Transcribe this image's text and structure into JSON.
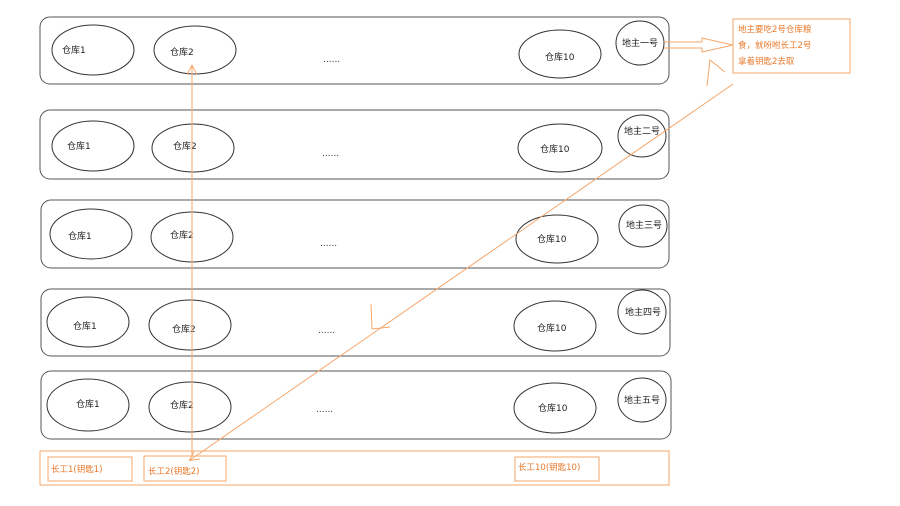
{
  "landlord_rows": [
    {
      "warehouses": [
        "仓库1",
        "仓库2",
        "仓库10"
      ],
      "ellipsis": "......",
      "landlord": "地主一号"
    },
    {
      "warehouses": [
        "仓库1",
        "仓库2",
        "仓库10"
      ],
      "ellipsis": "......",
      "landlord": "地主二号"
    },
    {
      "warehouses": [
        "仓库1",
        "仓库2",
        "仓库10"
      ],
      "ellipsis": "......",
      "landlord": "地主三号"
    },
    {
      "warehouses": [
        "仓库1",
        "仓库2",
        "仓库10"
      ],
      "ellipsis": "......",
      "landlord": "地主四号"
    },
    {
      "warehouses": [
        "仓库1",
        "仓库2",
        "仓库10"
      ],
      "ellipsis": "......",
      "landlord": "地主五号"
    }
  ],
  "workers": [
    "长工1(钥匙1)",
    "长工2(钥匙2)",
    "长工10(钥匙10)"
  ],
  "note": [
    "地主要吃2号仓库粮",
    "食，就吩咐长工2号",
    "拿着钥匙2去取"
  ],
  "colors": {
    "accent": "#f5a66a",
    "note_text": "#e8782a",
    "outline": "#555555"
  }
}
